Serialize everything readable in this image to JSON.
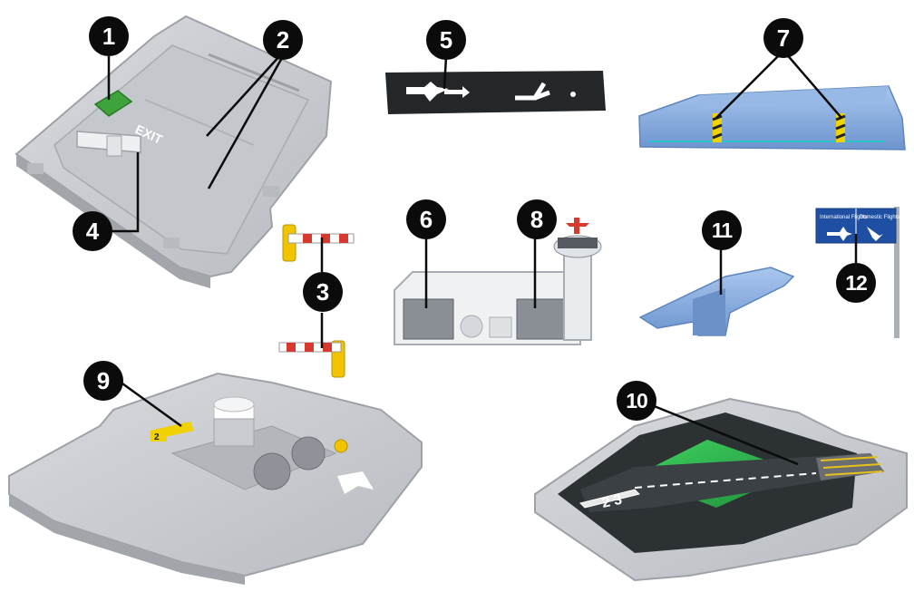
{
  "callouts": [
    "1",
    "2",
    "3",
    "4",
    "5",
    "6",
    "7",
    "8",
    "9",
    "10",
    "11",
    "12"
  ],
  "parts": {
    "exit_text": "EXIT",
    "taxi_tile_numbers": "2 3",
    "apron_number": "2",
    "sign_left_text": "International Flights",
    "sign_right_text": "Domestic Flights"
  },
  "colors": {
    "tile_gray": "#c9ccd0",
    "tile_edge": "#a9adb2",
    "sign_blue": "#1e4fa3",
    "part_blue": "#7ea7de",
    "runway_dark": "#2c3133",
    "runway_green": "#2db34a",
    "marking_yellow": "#e8c21a",
    "barrier_red": "#d63a2e",
    "callout_black": "#0b0b0b"
  }
}
